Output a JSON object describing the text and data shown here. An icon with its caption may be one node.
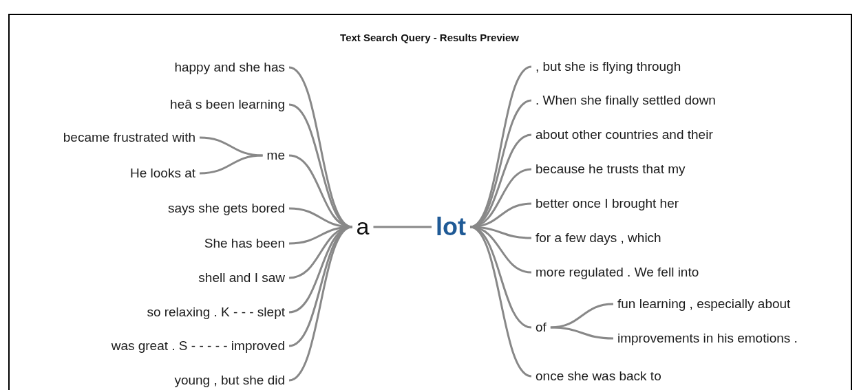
{
  "diagram": {
    "title": "Text Search Query - Results Preview",
    "nodes": [
      {
        "text": [
          "happy and she has"
        ]
      },
      {
        "text": [
          "heâ s been learning"
        ]
      },
      {
        "text": [
          "became frustrated with"
        ]
      },
      {
        "text": [
          "me"
        ]
      },
      {
        "text": [
          "He looks at"
        ]
      },
      {
        "text": [
          "says she gets bored"
        ]
      },
      {
        "text": [
          "She has been"
        ]
      },
      {
        "text": [
          "shell and I saw"
        ]
      },
      {
        "text": [
          "so relaxing . K - - - slept"
        ]
      },
      {
        "text": [
          "was great . S - - - - - improved"
        ]
      },
      {
        "text": [
          "young , but she did"
        ]
      },
      {
        "text": [
          "a"
        ]
      },
      {
        "text": [
          "lot"
        ]
      },
      {
        "text": [
          ", but she is flying through"
        ]
      },
      {
        "text": [
          ". When she finally settled down"
        ]
      },
      {
        "text": [
          "about other countries and their"
        ]
      },
      {
        "text": [
          "because he trusts that my"
        ]
      },
      {
        "text": [
          "better once I brought her"
        ]
      },
      {
        "text": [
          "for a few days , which"
        ]
      },
      {
        "text": [
          "more regulated . We fell into"
        ]
      },
      {
        "text": [
          "fun learning , especially about"
        ]
      },
      {
        "text": [
          "of"
        ]
      },
      {
        "text": [
          "improvements in his emotions ."
        ]
      },
      {
        "text": [
          "once she was back to"
        ]
      }
    ],
    "edges": [
      {
        "from": 0,
        "to": 11,
        "arrow": "none"
      },
      {
        "from": 1,
        "to": 11,
        "arrow": "none"
      },
      {
        "from": 2,
        "to": 3,
        "arrow": "none"
      },
      {
        "from": 3,
        "to": 11,
        "arrow": "none"
      },
      {
        "from": 4,
        "to": 3,
        "arrow": "none"
      },
      {
        "from": 5,
        "to": 11,
        "arrow": "none"
      },
      {
        "from": 6,
        "to": 11,
        "arrow": "none"
      },
      {
        "from": 7,
        "to": 11,
        "arrow": "none"
      },
      {
        "from": 8,
        "to": 11,
        "arrow": "none"
      },
      {
        "from": 9,
        "to": 11,
        "arrow": "none"
      },
      {
        "from": 10,
        "to": 11,
        "arrow": "none"
      },
      {
        "from": 11,
        "to": 12,
        "arrow": "none"
      },
      {
        "from": 12,
        "to": 13,
        "arrow": "none"
      },
      {
        "from": 12,
        "to": 14,
        "arrow": "none"
      },
      {
        "from": 12,
        "to": 15,
        "arrow": "none"
      },
      {
        "from": 12,
        "to": 16,
        "arrow": "none"
      },
      {
        "from": 12,
        "to": 17,
        "arrow": "none"
      },
      {
        "from": 12,
        "to": 18,
        "arrow": "none"
      },
      {
        "from": 12,
        "to": 19,
        "arrow": "none"
      },
      {
        "from": 21,
        "to": 20,
        "arrow": "none"
      },
      {
        "from": 12,
        "to": 21,
        "arrow": "none"
      },
      {
        "from": 21,
        "to": 22,
        "arrow": "none"
      },
      {
        "from": 12,
        "to": 23,
        "arrow": "none"
      }
    ]
  }
}
